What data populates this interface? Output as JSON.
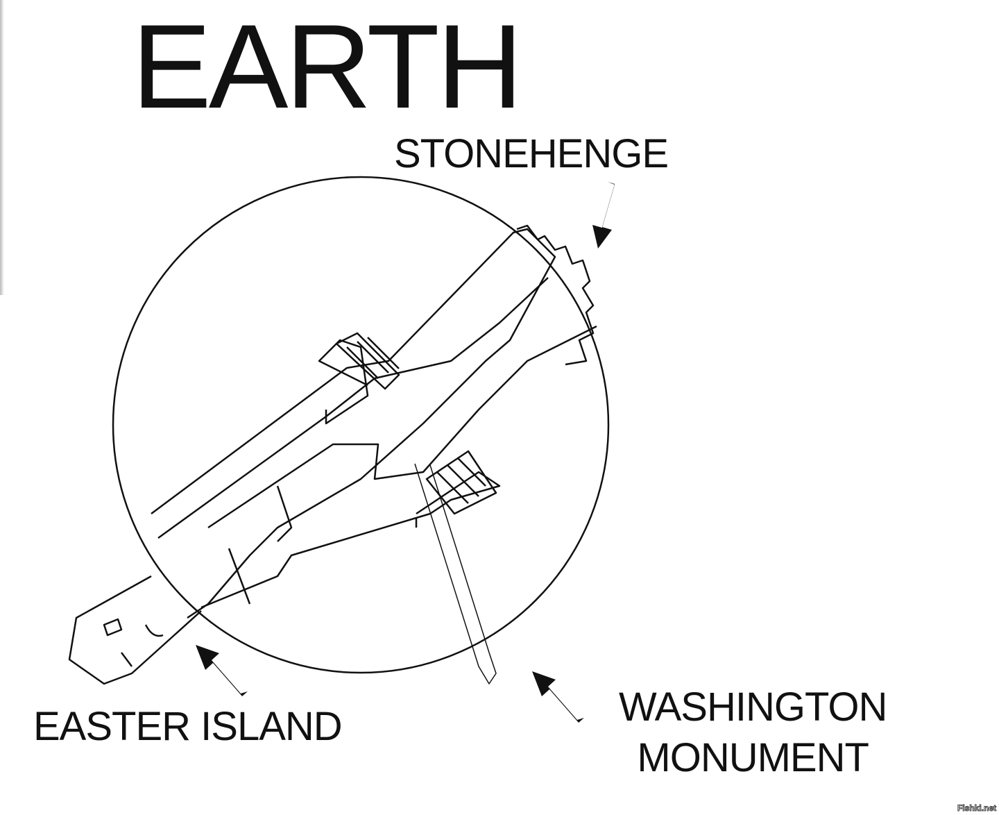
{
  "title": "EARTH",
  "labels": {
    "stonehenge": "STONEHENGE",
    "easter_island": "EASTER ISLAND",
    "washington_line1": "WASHINGTON",
    "washington_line2": "MONUMENT"
  },
  "watermark": "Fishki.net"
}
